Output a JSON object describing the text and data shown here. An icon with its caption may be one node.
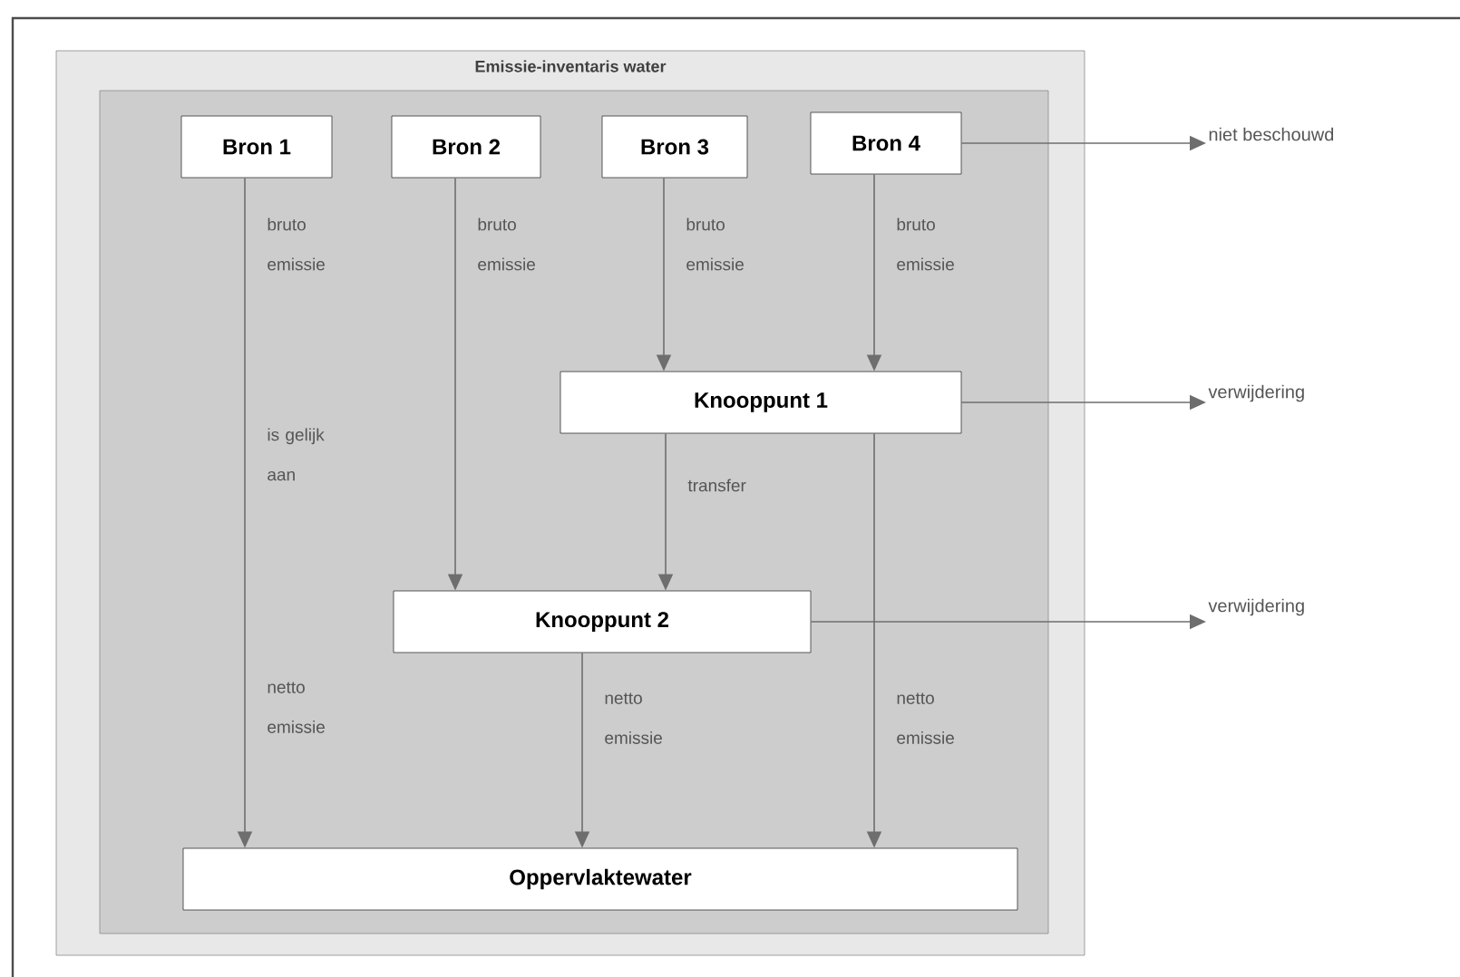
{
  "diagram": {
    "nodes": [
      {
        "text": [
          "Emissie-inventaris water"
        ]
      },
      {
        "text": [],
        "shape": "box",
        "in": 0
      },
      {
        "text": [
          "Bron 1"
        ],
        "in": 1
      },
      {
        "text": [
          "Bron 2"
        ],
        "in": 1
      },
      {
        "text": [
          "Bron 3"
        ],
        "in": 1
      },
      {
        "text": [
          "Bron 4"
        ],
        "in": 1
      },
      {
        "text": [
          "Knooppunt 1"
        ],
        "in": 1
      },
      {
        "text": [
          "Knooppunt 2"
        ],
        "in": 1
      },
      {
        "text": [
          "Oppervlaktewater"
        ],
        "in": 1
      },
      {
        "text": [
          "niet beschouwd"
        ]
      },
      {
        "text": [
          "verwijdering"
        ]
      },
      {
        "text": [
          "verwijdering"
        ]
      }
    ],
    "edges": [
      {
        "from": 2,
        "to": 8,
        "arrow": "to"
      },
      {
        "from": 3,
        "to": 7,
        "arrow": "to"
      },
      {
        "from": 4,
        "to": 6,
        "arrow": "to"
      },
      {
        "from": 5,
        "to": 6,
        "arrow": "to"
      },
      {
        "from": 6,
        "to": 7,
        "arrow": "to"
      },
      {
        "from": 6,
        "to": 8,
        "arrow": "to"
      },
      {
        "from": 7,
        "to": 8,
        "arrow": "to"
      },
      {
        "from": 5,
        "to": 9,
        "arrow": "to"
      },
      {
        "from": 6,
        "to": 10,
        "arrow": "to"
      },
      {
        "from": 7,
        "to": 11,
        "arrow": "to"
      }
    ],
    "labels": [
      "bruto emissie",
      "bruto emissie",
      "bruto emissie",
      "bruto emissie",
      "is gelijk aan",
      "transfer",
      "netto emissie",
      "netto emissie",
      "netto emissie"
    ]
  }
}
